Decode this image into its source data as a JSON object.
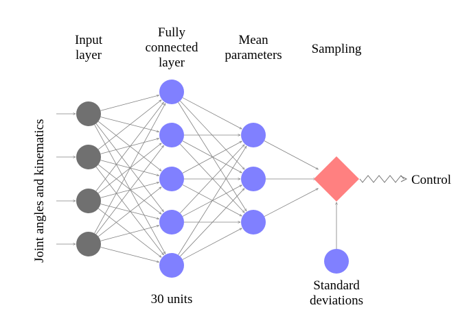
{
  "headers": {
    "input": [
      "Input",
      "layer"
    ],
    "hidden": [
      "Fully",
      "connected",
      "layer"
    ],
    "mean": [
      "Mean",
      "parameters"
    ],
    "sampling": [
      "Sampling"
    ]
  },
  "side_label": "Joint angles and kinematics",
  "hidden_units_label": "30 units",
  "output_label": "Control",
  "std_label": [
    "Standard",
    "deviations"
  ],
  "layers": {
    "input_nodes": 4,
    "hidden_nodes": 5,
    "mean_nodes": 3
  },
  "colors": {
    "input_node": "#707070",
    "hidden_node": "#8080ff",
    "mean_node": "#8080ff",
    "std_node": "#8080ff",
    "sampling_node": "#ff8080",
    "edge": "#808080"
  }
}
